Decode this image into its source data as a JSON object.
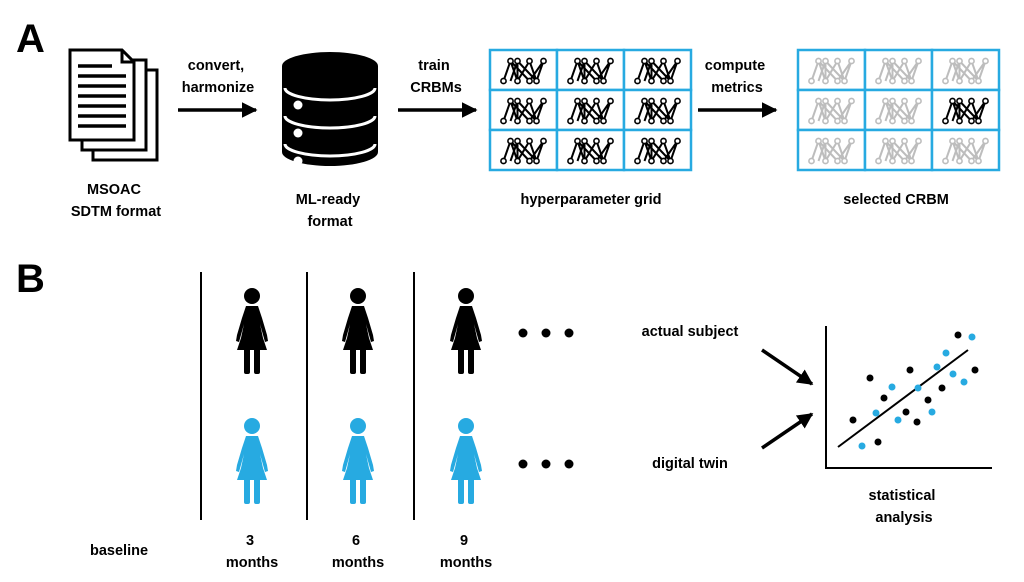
{
  "panel_a": {
    "letter": "A",
    "step1_lines": [
      "MSOAC",
      "SDTM format"
    ],
    "arrow1_lines": [
      "convert,",
      "harmonize"
    ],
    "step2_lines": [
      "ML-ready",
      "format"
    ],
    "arrow2_lines": [
      "train",
      "CRBMs"
    ],
    "grid_label": "hyperparameter grid",
    "arrow3_lines": [
      "compute",
      "metrics"
    ],
    "selected_label": "selected CRBM"
  },
  "panel_b": {
    "letter": "B",
    "baseline_label": "baseline",
    "timepoints": [
      {
        "number": "3",
        "unit": "months"
      },
      {
        "number": "6",
        "unit": "months"
      },
      {
        "number": "9",
        "unit": "months"
      }
    ],
    "actual_label": "actual subject",
    "twin_label": "digital twin",
    "analysis_lines": [
      "statistical",
      "analysis"
    ]
  },
  "colors": {
    "accent": "#27aae1",
    "ink": "#000000",
    "faded": "#bdbdbd"
  }
}
